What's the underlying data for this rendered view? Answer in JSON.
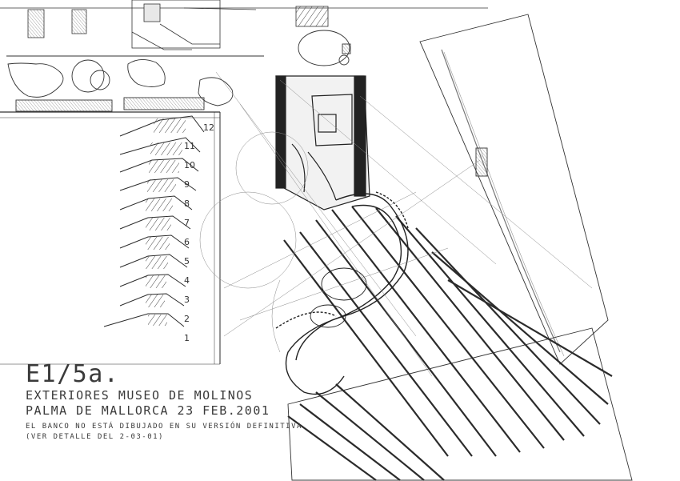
{
  "title_block": {
    "code": "E1/5a.",
    "line1": "EXTERIORES MUSEO DE MOLINOS",
    "line2": "PALMA DE MALLORCA 23 FEB.2001",
    "note1": "EL BANCO NO ESTÁ DIBUJADO EN SU VERSIÓN DEFINITIVA",
    "note2": "(VER DETALLE DEL 2-03-01)"
  },
  "section_numbers": [
    "1",
    "2",
    "3",
    "4",
    "5",
    "6",
    "7",
    "8",
    "9",
    "10",
    "11",
    "12"
  ],
  "colors": {
    "ink": "#2b2b2b",
    "paper": "#ffffff",
    "graphite": "#555555"
  }
}
